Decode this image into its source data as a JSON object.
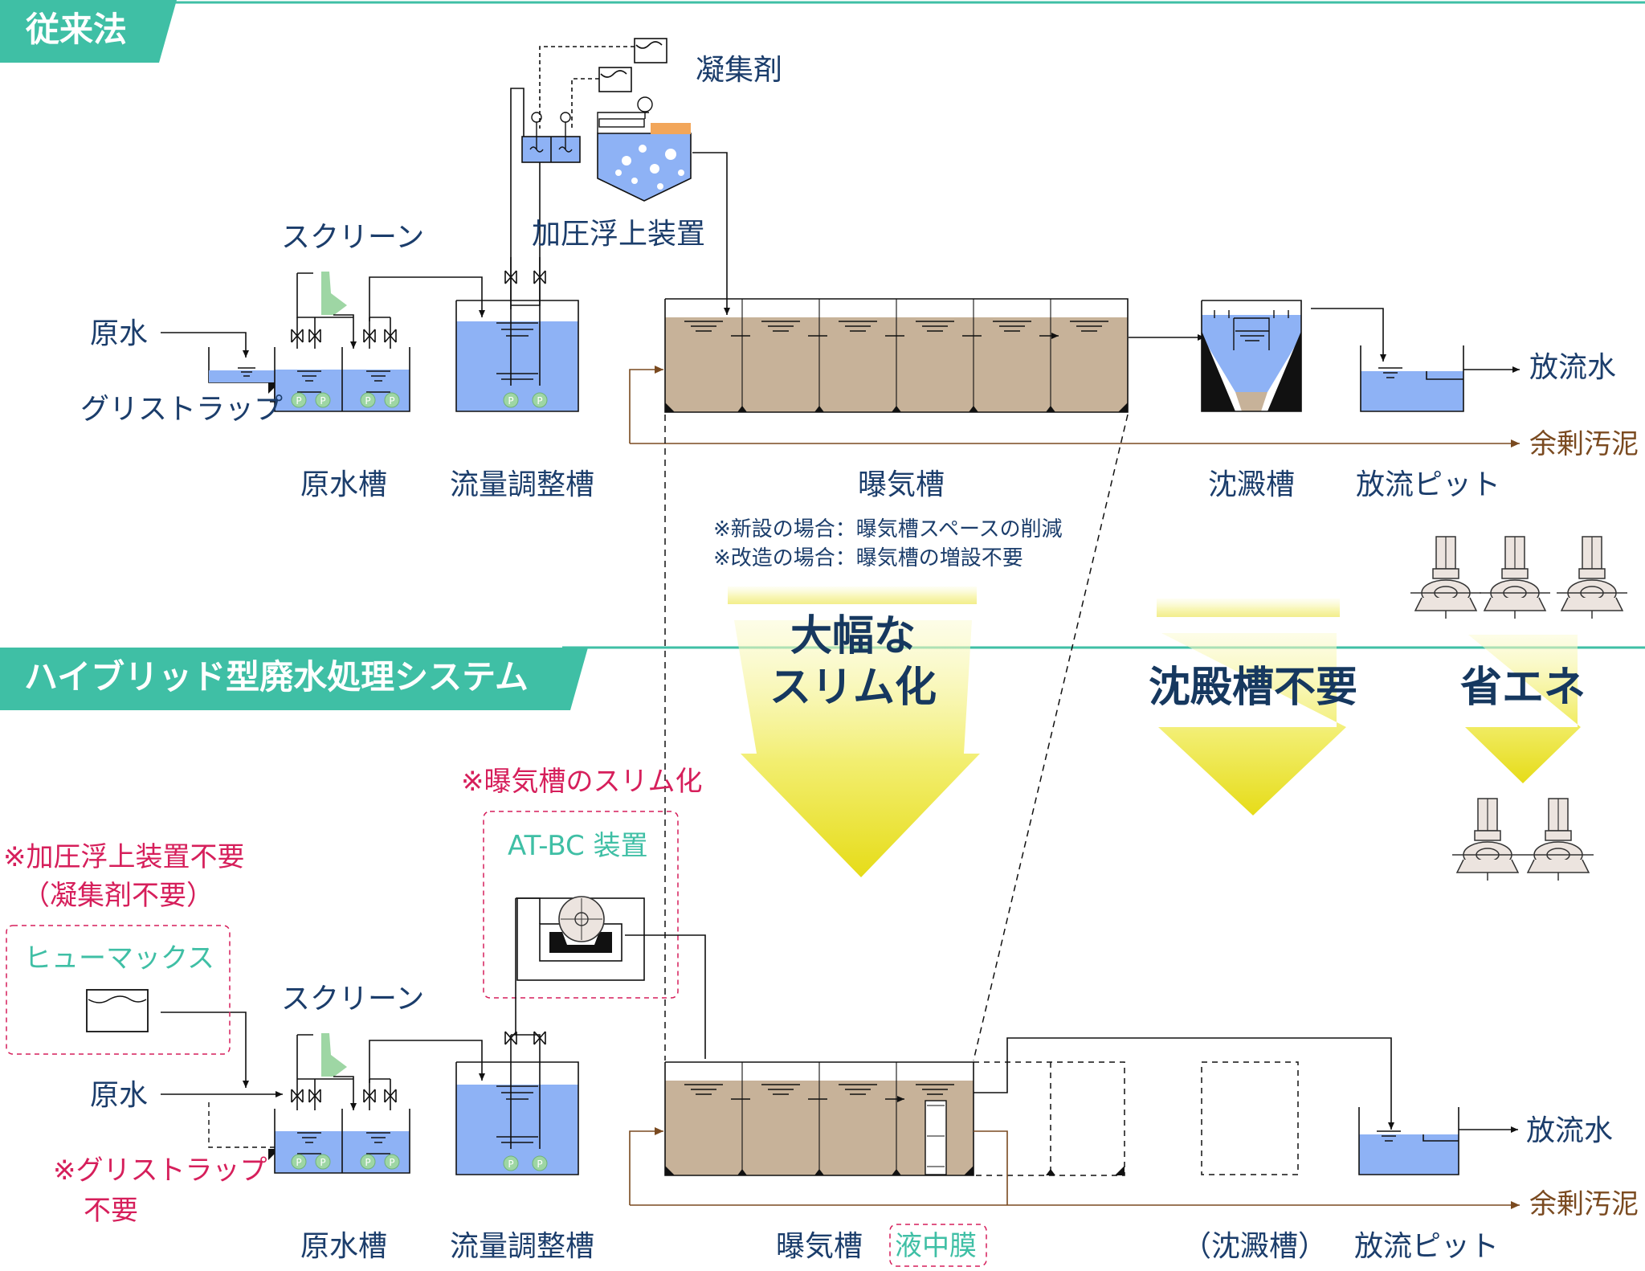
{
  "sections": {
    "conventional_title": "従来法",
    "hybrid_title": "ハイブリッド型廃水処理システム"
  },
  "top": {
    "coagulant": "凝集剤",
    "daf": "加圧浮上装置",
    "screen": "スクリーン",
    "raw_water": "原水",
    "grease_trap": "グリストラップ",
    "raw_tank": "原水槽",
    "flow_tank": "流量調整槽",
    "aeration_tank": "曝気槽",
    "sedimentation_tank": "沈澱槽",
    "discharge_pit": "放流ピット",
    "effluent": "放流水",
    "excess_sludge": "余剰汚泥",
    "note_new": "※新設の場合：曝気槽スペースの削減",
    "note_retrofit": "※改造の場合：曝気槽の増設不要"
  },
  "benefits": {
    "slim_line1": "大幅な",
    "slim_line2": "スリム化",
    "no_sedimentation": "沈殿槽不要",
    "energy_saving": "省エネ"
  },
  "bottom": {
    "note_slim": "※曝気槽のスリム化",
    "atbc": "AT-BC 装置",
    "note_no_daf": "※加圧浮上装置不要",
    "note_no_coagulant": "（凝集剤不要）",
    "humax": "ヒューマックス",
    "screen": "スクリーン",
    "raw_water": "原水",
    "note_no_grease_line1": "※グリストラップ",
    "note_no_grease_line2": "不要",
    "raw_tank": "原水槽",
    "flow_tank": "流量調整槽",
    "aeration_tank": "曝気槽",
    "membrane": "液中膜",
    "sedimentation_tank": "（沈澱槽）",
    "discharge_pit": "放流ピット",
    "effluent": "放流水",
    "excess_sludge": "余剰汚泥"
  },
  "colors": {
    "banner": "#3fbfa5",
    "water": "#8eb2f5",
    "sludge": "#c7b299",
    "screen_green": "#9ed6a4",
    "arrow_yellow": "#eee22a",
    "label_blue": "#1b3d6b",
    "note_red": "#d61f5b",
    "sludge_brown": "#7a4a20"
  },
  "icons": [
    "pump-icon",
    "valve-icon",
    "mixer-icon",
    "blower-icon",
    "membrane-icon",
    "screen-icon"
  ]
}
